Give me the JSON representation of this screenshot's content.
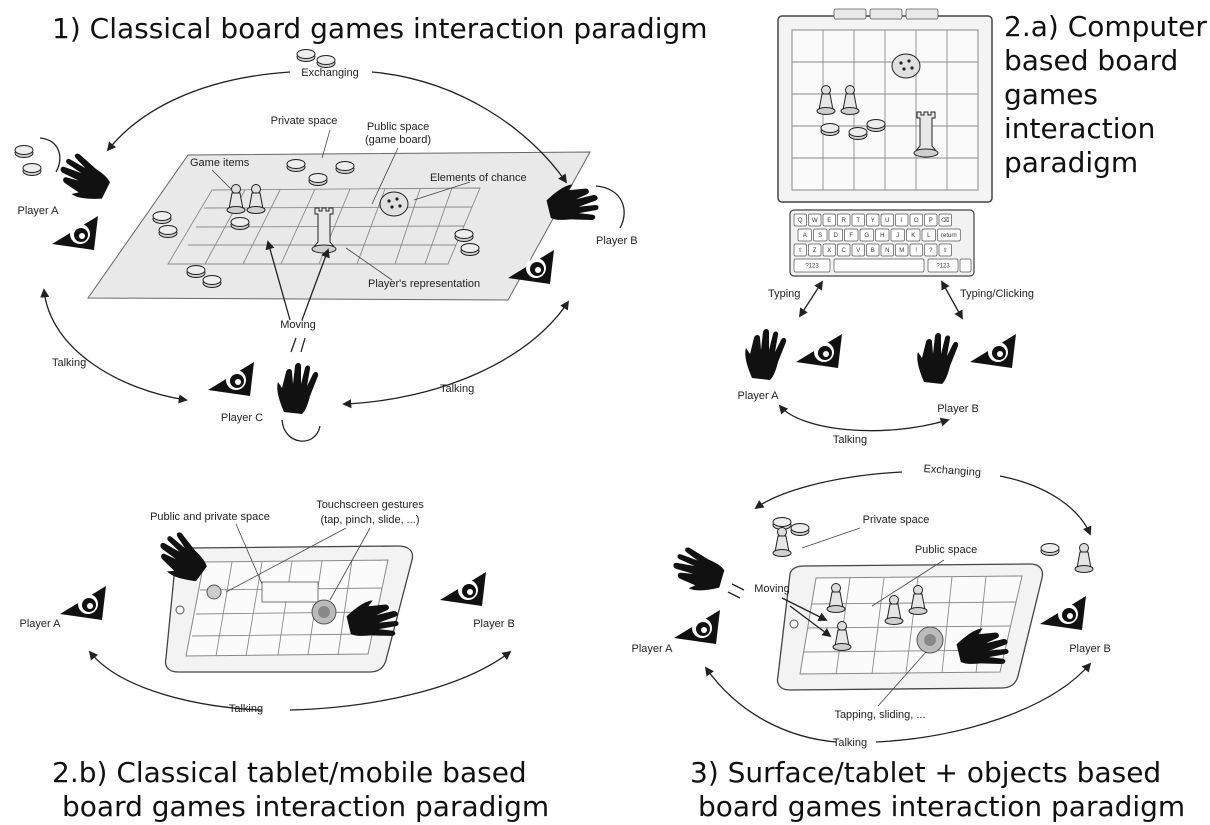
{
  "panels": {
    "classical": {
      "title": "1) Classical board games interaction paradigm",
      "labels": {
        "exchanging": "Exchanging",
        "private_space": "Private space",
        "public_space_1": "Public space",
        "public_space_2": "(game board)",
        "game_items": "Game items",
        "elements_of_chance": "Elements of chance",
        "players_representation": "Player's representation",
        "moving": "Moving",
        "talking_left": "Talking",
        "talking_right": "Talking",
        "player_a": "Player A",
        "player_b": "Player B",
        "player_c": "Player C"
      }
    },
    "computer": {
      "title_lines": [
        "2.a) Computer",
        "based board",
        "games",
        "interaction",
        "paradigm"
      ],
      "labels": {
        "typing": "Typing",
        "typing_clicking": "Typing/Clicking",
        "player_a": "Player A",
        "player_b": "Player B",
        "talking": "Talking"
      },
      "keyboard": {
        "row1": [
          "Q",
          "W",
          "E",
          "R",
          "T",
          "Y",
          "U",
          "I",
          "O",
          "P",
          "⌫"
        ],
        "row2": [
          "A",
          "S",
          "D",
          "F",
          "G",
          "H",
          "J",
          "K",
          "L",
          "return"
        ],
        "row3": [
          "⇧",
          "Z",
          "X",
          "C",
          "V",
          "B",
          "N",
          "M",
          "!",
          "?",
          "⇧"
        ],
        "bottom_left": "?123",
        "bottom_right": "?123"
      }
    },
    "tablet": {
      "title_lines": [
        "2.b) Classical tablet/mobile based",
        "board games interaction paradigm"
      ],
      "labels": {
        "touch_1": "Touchscreen gestures",
        "touch_2": "(tap, pinch, slide, ...)",
        "public_private": "Public and private space",
        "player_a": "Player A",
        "player_b": "Player B",
        "talking": "Talking"
      }
    },
    "surface": {
      "title_lines": [
        "3) Surface/tablet + objects based",
        "board games interaction paradigm"
      ],
      "labels": {
        "exchanging": "Exchanging",
        "private_space": "Private space",
        "public_space": "Public space",
        "moving": "Moving",
        "tapping": "Tapping, sliding, ...",
        "player_a": "Player A",
        "player_b": "Player B",
        "talking": "Talking"
      }
    }
  }
}
